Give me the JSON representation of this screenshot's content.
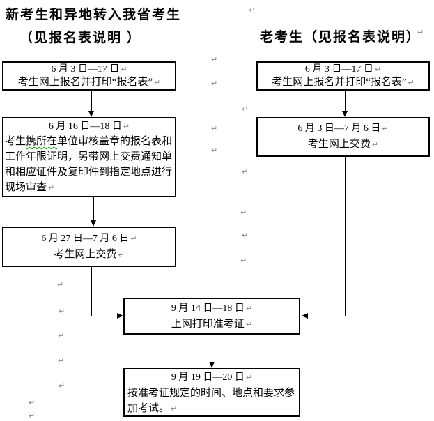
{
  "titles": {
    "left_line1": "新考生和异地转入我省考生",
    "left_line2": "（见报名表说明 ）",
    "right": "老考生（见报名表说明）"
  },
  "glyphs": {
    "return_mark": "↵"
  },
  "colors": {
    "box_border": "#000000",
    "spellcheck_squiggle": "#00a000",
    "return_mark": "#8a8a8a"
  },
  "flow": {
    "left": [
      {
        "date": "6 月 3 日—17 日",
        "body": "考生网上报名并打印“报名表”"
      },
      {
        "date": "6 月 16 日—18 日",
        "body_pre": "考生",
        "body_mark": "携所在",
        "body_post": "单位审核盖章的报名表和工作年限证明，另带网上交费通知单和相应证件及复印件到指定地点进行现场审查"
      },
      {
        "date": "6 月 27 日—7 月 6 日",
        "body": "考生网上交费"
      }
    ],
    "right": [
      {
        "date": "6 月 3 日—17 日",
        "body": "考生网上报名并打印“报名表”"
      },
      {
        "date": "6 月 3 日—7 月 6 日",
        "body": "考生网上交费"
      }
    ],
    "middle": [
      {
        "date": "9 月 14 日—18 日",
        "body": "上网打印准考证"
      },
      {
        "date": "9 月 19 日—20 日",
        "body": "按准考证规定的时间、地点和要求参加考试。"
      }
    ]
  }
}
